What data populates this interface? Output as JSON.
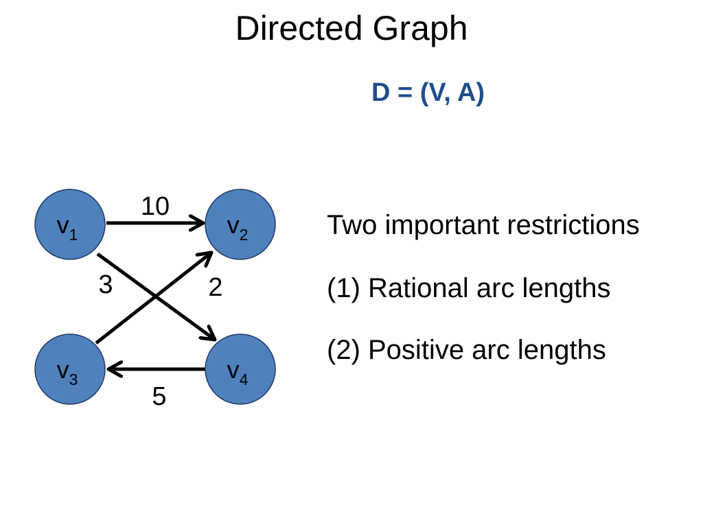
{
  "slide": {
    "title": "Directed Graph",
    "equation": "D = (V, A)",
    "equation_color": "#1F4E8C"
  },
  "graph": {
    "node_color": "#4F81BD",
    "node_stroke": "#1F3864",
    "nodes": [
      {
        "id": "v1",
        "base": "v",
        "sub": "1"
      },
      {
        "id": "v2",
        "base": "v",
        "sub": "2"
      },
      {
        "id": "v3",
        "base": "v",
        "sub": "3"
      },
      {
        "id": "v4",
        "base": "v",
        "sub": "4"
      }
    ],
    "arcs": [
      {
        "from": "v1",
        "to": "v2",
        "length": "10"
      },
      {
        "from": "v1",
        "to": "v4",
        "length": "3"
      },
      {
        "from": "v3",
        "to": "v2",
        "length": "2"
      },
      {
        "from": "v4",
        "to": "v3",
        "length": "5"
      }
    ]
  },
  "restrictions": {
    "heading": "Two important restrictions",
    "items": [
      "(1) Rational arc lengths",
      "(2) Positive arc lengths"
    ]
  }
}
